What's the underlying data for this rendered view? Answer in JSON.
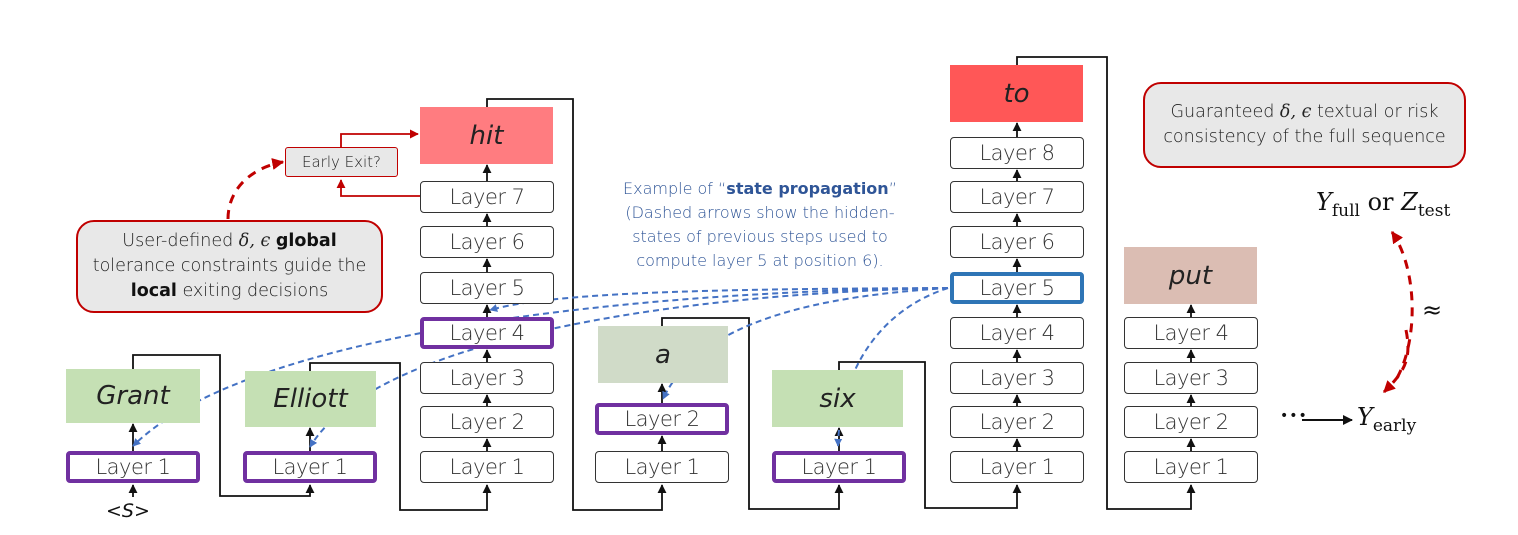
{
  "columns": [
    {
      "token": "Grant",
      "token_color": "#c5e0b4",
      "layers": [
        "Layer 1"
      ],
      "highlighted_layers": {
        "purple": [
          "Layer 1"
        ],
        "blue": []
      }
    },
    {
      "token": "Elliott",
      "token_color": "#c5e0b4",
      "layers": [
        "Layer 1"
      ],
      "highlighted_layers": {
        "purple": [
          "Layer 1"
        ],
        "blue": []
      }
    },
    {
      "token": "hit",
      "token_color": "#ff7c80",
      "layers": [
        "Layer 1",
        "Layer 2",
        "Layer 3",
        "Layer 4",
        "Layer 5",
        "Layer 6",
        "Layer 7"
      ],
      "highlighted_layers": {
        "purple": [
          "Layer 4"
        ],
        "blue": []
      }
    },
    {
      "token": "a",
      "token_color": "#d0dbc8",
      "layers": [
        "Layer 1",
        "Layer 2"
      ],
      "highlighted_layers": {
        "purple": [
          "Layer 2"
        ],
        "blue": []
      }
    },
    {
      "token": "six",
      "token_color": "#c5e0b4",
      "layers": [
        "Layer 1"
      ],
      "highlighted_layers": {
        "purple": [
          "Layer 1"
        ],
        "blue": []
      }
    },
    {
      "token": "to",
      "token_color": "#ff5757",
      "layers": [
        "Layer 1",
        "Layer 2",
        "Layer 3",
        "Layer 4",
        "Layer 5",
        "Layer 6",
        "Layer 7",
        "Layer 8"
      ],
      "highlighted_layers": {
        "purple": [],
        "blue": [
          "Layer 5"
        ]
      }
    },
    {
      "token": "put",
      "token_color": "#dbbdb3",
      "layers": [
        "Layer 1",
        "Layer 2",
        "Layer 3",
        "Layer 4"
      ],
      "highlighted_layers": {
        "purple": [],
        "blue": []
      }
    }
  ],
  "start_token": "<S>",
  "early_exit_label": "Early Exit?",
  "user_callout": {
    "pre": "User-defined ",
    "greek": "δ, ϵ",
    "bold1": "global",
    "mid": "tolerance constraints guide the",
    "bold2": "local",
    "post": " exiting decisions"
  },
  "guarantee_callout": {
    "pre": "Guaranteed ",
    "greek": "δ, ϵ",
    "post": " textual or risk",
    "line2": "consistency of the full sequence"
  },
  "annotation": {
    "line1_pre": "Example of “",
    "line1_bold": "state propagation",
    "line1_post": "”",
    "line2": "(Dashed arrows show the hidden-",
    "line3": "states of previous steps used to",
    "line4": "compute layer 5 at position 6)."
  },
  "outputs": {
    "y_full": "Y",
    "y_full_sub": "full",
    "or": " or ",
    "z_test": "Z",
    "z_test_sub": "test",
    "approx": "≈",
    "ellipsis": "•••",
    "y_early": "Y",
    "y_early_sub": "early"
  },
  "colors": {
    "purple": "#7030a0",
    "blue": "#2e75b6",
    "dashed_blue": "#4472c4",
    "red": "#c00000"
  }
}
